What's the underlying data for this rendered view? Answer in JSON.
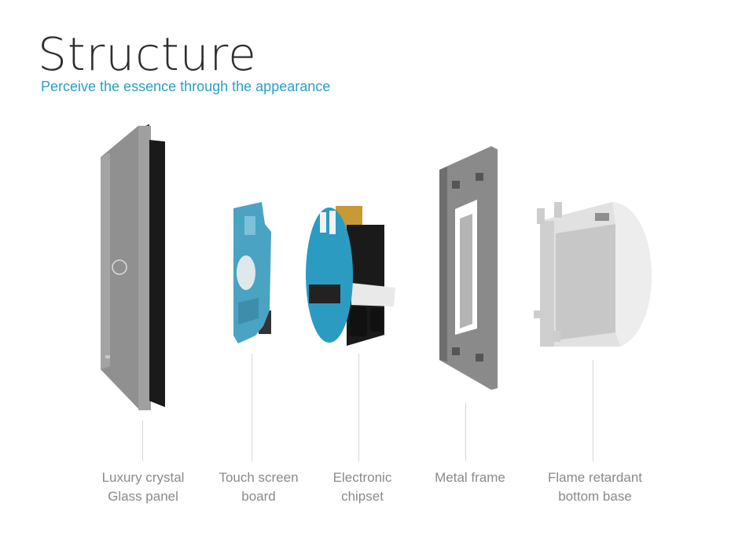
{
  "header": {
    "title": "Structure",
    "subtitle": "Perceive the essence  through the appearance"
  },
  "components": [
    {
      "id": "glass-panel",
      "line1": "Luxury crystal",
      "line2": "Glass panel"
    },
    {
      "id": "touch-board",
      "line1": "Touch screen",
      "line2": "board"
    },
    {
      "id": "chipset",
      "line1": "Electronic",
      "line2": "chipset"
    },
    {
      "id": "metal-frame",
      "line1": "Metal frame",
      "line2": ""
    },
    {
      "id": "bottom-base",
      "line1": "Flame retardant",
      "line2": "bottom base"
    }
  ],
  "colors": {
    "title": "#2e2e2e",
    "subtitle": "#2aa0c4",
    "caption": "#8a8a8a",
    "panel": "#8f8f8f",
    "board": "#4fa6c4",
    "frame": "#8c8c8c",
    "base": "#d9d9d9"
  }
}
